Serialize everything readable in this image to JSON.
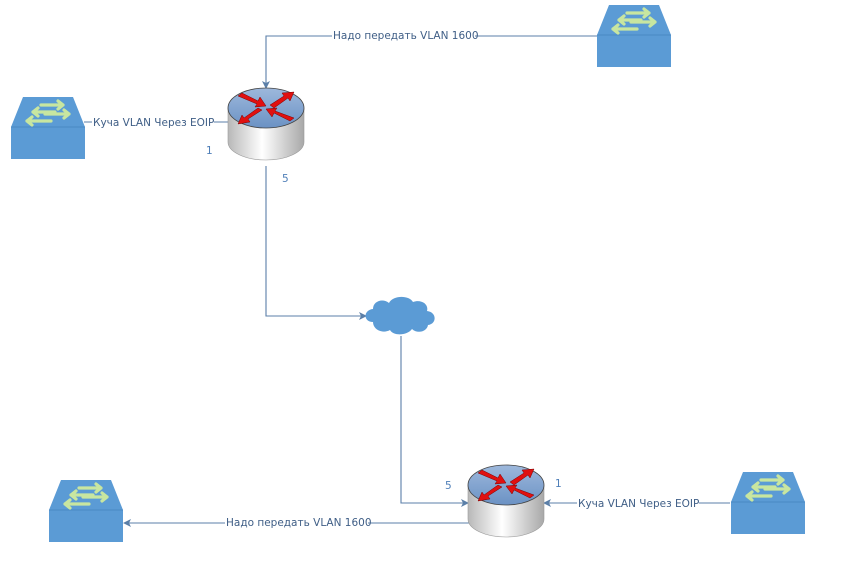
{
  "diagram": {
    "title": "",
    "colors": {
      "switch": "#5b9bd5",
      "switch_arrows": "#c8e6a0",
      "router_top": "#7ea3cf",
      "router_arrows": "#e01010",
      "cloud": "#5b9bd5",
      "connector": "#5b7fa8",
      "text": "#3f5e86"
    },
    "nodes": [
      {
        "id": "switch-top-right",
        "type": "switch",
        "icon": "switch-icon"
      },
      {
        "id": "switch-top-left",
        "type": "switch",
        "icon": "switch-icon"
      },
      {
        "id": "router-top",
        "type": "router",
        "icon": "router-icon"
      },
      {
        "id": "cloud",
        "type": "cloud",
        "icon": "cloud-icon"
      },
      {
        "id": "router-bottom",
        "type": "router",
        "icon": "router-icon"
      },
      {
        "id": "switch-bottom-left",
        "type": "switch",
        "icon": "switch-icon"
      },
      {
        "id": "switch-bottom-right",
        "type": "switch",
        "icon": "switch-icon"
      }
    ],
    "edges": [
      {
        "from": "switch-top-right",
        "to": "router-top",
        "label": "Надо передать VLAN 1600"
      },
      {
        "from": "switch-top-left",
        "to": "router-top",
        "label": "Куча VLAN Через EOIP"
      },
      {
        "from": "router-top",
        "to": "cloud",
        "label": ""
      },
      {
        "from": "cloud",
        "to": "router-bottom",
        "label": ""
      },
      {
        "from": "router-bottom",
        "to": "switch-bottom-left",
        "label": "Надо передать VLAN 1600"
      },
      {
        "from": "switch-bottom-right",
        "to": "router-bottom",
        "label": "Куча VLAN Через EOIP"
      }
    ],
    "ports": {
      "router_top_left": "1",
      "router_top_bottom": "5",
      "router_bottom_left": "5",
      "router_bottom_right": "1"
    }
  }
}
